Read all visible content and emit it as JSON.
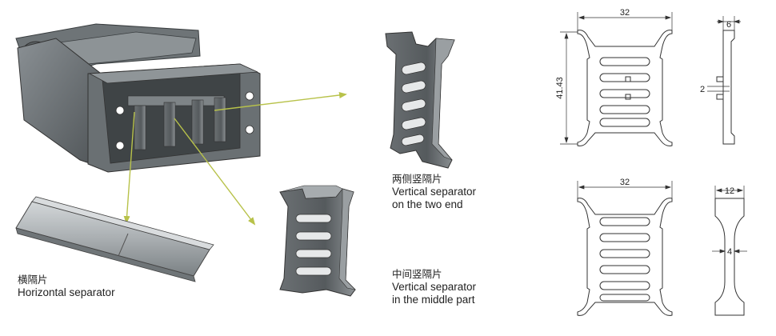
{
  "labels": {
    "horizontal": {
      "cn": "横隔片",
      "en": "Horizontal separator"
    },
    "end": {
      "cn": "两侧竖隔片",
      "en1": "Vertical separator",
      "en2": "on the two end"
    },
    "middle": {
      "cn": "中间竖隔片",
      "en1": "Vertical separator",
      "en2": "in the middle part"
    }
  },
  "dimensions": {
    "end_width": "32",
    "end_height": "41.43",
    "end_thickness": "6",
    "end_tab": "2",
    "mid_width": "32",
    "mid_thickness": "12",
    "mid_web": "4"
  },
  "colors": {
    "arrow": "#b8c24a",
    "part_dark": "#5c6164",
    "part_mid": "#80868a",
    "part_light": "#b9bec1",
    "outline": "#333333"
  }
}
